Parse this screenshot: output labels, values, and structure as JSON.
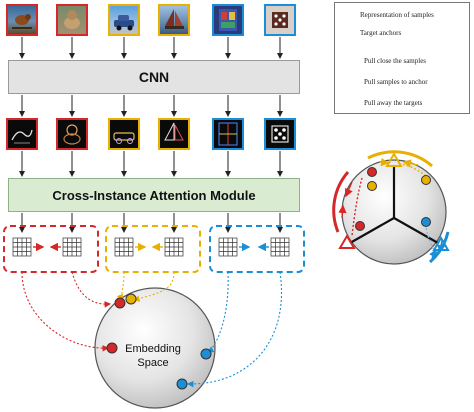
{
  "modules": {
    "cnn_label": "CNN",
    "cia_label": "Cross-Instance Attention Module"
  },
  "embedding": {
    "line1": "Embedding",
    "line2": "Space"
  },
  "legend": {
    "representation": "Representation of samples",
    "target_anchors": "Target anchors",
    "pull_close": "Pull close the samples",
    "pull_to_anchor": "Pull samples to anchor",
    "pull_away": "Pull away the targets"
  },
  "groups": [
    {
      "name": "red",
      "color": "#d62828"
    },
    {
      "name": "yellow",
      "color": "#e8b000"
    },
    {
      "name": "blue",
      "color": "#1a8fd6"
    }
  ],
  "colors": {
    "red": "#d62828",
    "yellow": "#e8b000",
    "blue": "#1a8fd6",
    "cnn_fill": "#e3e3e3",
    "cia_fill": "#d9ecd2",
    "sphere": "#d9d9d9"
  },
  "input_images": [
    "bird-photo",
    "dog-photo",
    "car-photo",
    "sailboat-photo",
    "stained-glass-photo",
    "dice-photo"
  ],
  "feature_maps": [
    "bird-feature-map",
    "dog-feature-map",
    "car-feature-map",
    "sailboat-feature-map",
    "stained-glass-feature-map",
    "dice-feature-map"
  ]
}
